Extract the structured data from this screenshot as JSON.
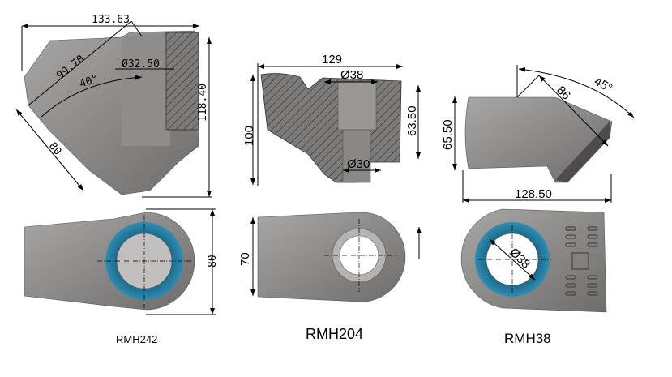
{
  "parts": [
    {
      "name": "RMH242",
      "dimensions": {
        "width": "133.63",
        "diagonal": "99.70",
        "angle": "40°",
        "bore": "Ø32.50",
        "height": "118.40",
        "face": "80",
        "bottom_height": "80"
      }
    },
    {
      "name": "RMH204",
      "dimensions": {
        "width": "129",
        "bore_top": "Ø38",
        "height_right": "63.50",
        "height_left": "100",
        "bore_bottom": "Ø30",
        "bottom_height": "70"
      }
    },
    {
      "name": "RMH38",
      "dimensions": {
        "height": "65.50",
        "diagonal": "86",
        "angle": "45°",
        "width": "128.50",
        "bore": "Ø38"
      }
    }
  ],
  "colors": {
    "steel": "#8a8886",
    "bushing": "#1f6f8f",
    "hatch": "#333333"
  }
}
